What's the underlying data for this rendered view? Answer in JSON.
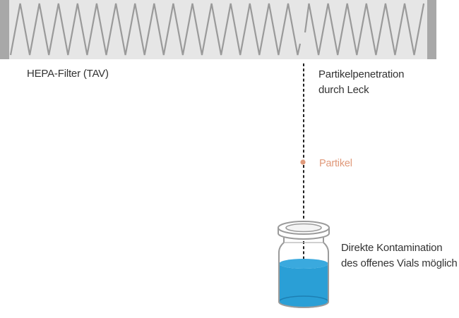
{
  "labels": {
    "filter": "HEPA-Filter (TAV)",
    "leak": [
      "Partikelpenetration",
      "durch Leck"
    ],
    "particle": "Partikel",
    "vial": [
      "Direkte Kontamination",
      "des offenes Vials möglich"
    ]
  },
  "colors": {
    "filter_fill": "#e6e6e6",
    "filter_frame": "#a8a8a8",
    "pleat_line": "#9a9a9a",
    "leak_path": "#222222",
    "particle": "#e0997a",
    "liquid": "#2a9fd6",
    "liquid_dark": "#1d7fb3",
    "vial_outline": "#9b9b9b",
    "text": "#333333"
  },
  "icons": [
    "hepa-filter-icon",
    "particle-dot-icon",
    "open-vial-icon"
  ]
}
